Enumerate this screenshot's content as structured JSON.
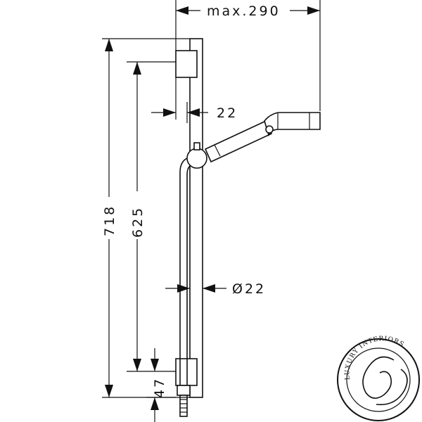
{
  "dimensions": {
    "width_max": "max.290",
    "height_total": "718",
    "height_rail": "625",
    "bottom_offset": "47",
    "rail_gap": "22",
    "rail_diameter": "Ø22"
  },
  "logo": {
    "text": "LUXURY INTERIORS"
  }
}
